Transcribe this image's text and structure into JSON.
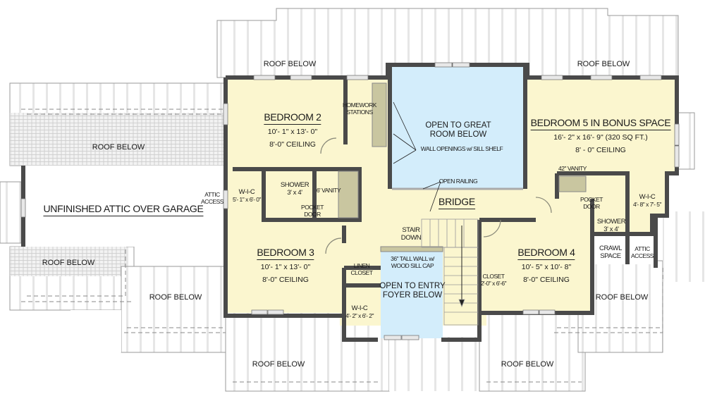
{
  "plan": {
    "colors": {
      "room_fill": "#fbf6cf",
      "open_fill": "#d3edfb",
      "wall": "#4a4a4a",
      "roof_line": "#9a9a9a",
      "roof_stripe": "#e6e6e6",
      "shingle_fill": "#ececec",
      "cabinet_fill": "#c9c6a0",
      "window_fill": "#e8e8e8"
    },
    "rooms": {
      "bedroom2": {
        "name": "BEDROOM 2",
        "size": "10'- 1\" x 13'- 0\"",
        "ceiling": "8'-0\" CEILING"
      },
      "bedroom3": {
        "name": "BEDROOM 3",
        "size": "10'- 1\" x 13'- 0\"",
        "ceiling": "8'-0\" CEILING"
      },
      "bedroom4": {
        "name": "BEDROOM 4",
        "size": "10'- 5\" x 10'- 8\"",
        "ceiling": "8'-0\" CEILING"
      },
      "bedroom5": {
        "name": "BEDROOM 5 IN BONUS SPACE",
        "size": "16'- 2\" x 16'- 9\" (320 SQ FT.)",
        "ceiling": "8' - 0\" CEILING"
      },
      "open_great_room": {
        "line1": "OPEN TO GREAT",
        "line2": "ROOM BELOW"
      },
      "open_entry": {
        "line1": "OPEN TO ENTRY",
        "line2": "FOYER BELOW"
      },
      "bridge": "BRIDGE",
      "attic_garage": "UNFINISHED ATTIC OVER GARAGE",
      "wic_left": {
        "name": "W-I-C",
        "size": "5'- 1\" x 6'- 0\""
      },
      "wic_mid": {
        "name": "W-I-C",
        "size": "4'- 2\" x 6'- 2\""
      },
      "wic_right": {
        "name": "W-I-C",
        "size": "4'- 8\" x 7'- 5\""
      },
      "shower_left": {
        "name": "SHOWER",
        "size": "3' x 4'"
      },
      "shower_right": {
        "name": "SHOWER",
        "size": "3' x 4'"
      },
      "closet_b4": {
        "name": "CLOSET",
        "size": "2'-0\" x 6'-6\""
      },
      "linen": {
        "line1": "LINEN",
        "line2": "CLOSET"
      },
      "crawl": {
        "line1": "CRAWL",
        "line2": "SPACE"
      }
    },
    "annotations": {
      "homework": {
        "line1": "HOMEWORK",
        "line2": "STATIONS"
      },
      "wall_openings": "WALL OPENINGS w/ SILL SHELF",
      "open_railing": "OPEN RAILING",
      "stair": {
        "line1": "STAIR",
        "line2": "DOWN"
      },
      "tall_wall": {
        "line1": "36\" TALL WALL w/",
        "line2": "WOOD SILL CAP"
      },
      "vanity_6": "6' VANITY",
      "vanity_42": "42\" VANITY",
      "pocket_left": {
        "line1": "POCKET",
        "line2": "DOOR"
      },
      "pocket_right": {
        "line1": "POCKET",
        "line2": "DOOR"
      },
      "attic_access_left": {
        "line1": "ATTIC",
        "line2": "ACCESS"
      },
      "attic_access_right": {
        "line1": "ATTIC",
        "line2": "ACCESS"
      }
    },
    "roof_labels": {
      "top_left": "ROOF BELOW",
      "top_right": "ROOF BELOW",
      "left_garage": "ROOF BELOW",
      "lower_left": "ROOF BELOW",
      "left_porch": "ROOF BELOW",
      "bottom_left": "ROOF BELOW",
      "bottom_right": "ROOF BELOW",
      "right_porch": "ROOF BELOW"
    }
  }
}
